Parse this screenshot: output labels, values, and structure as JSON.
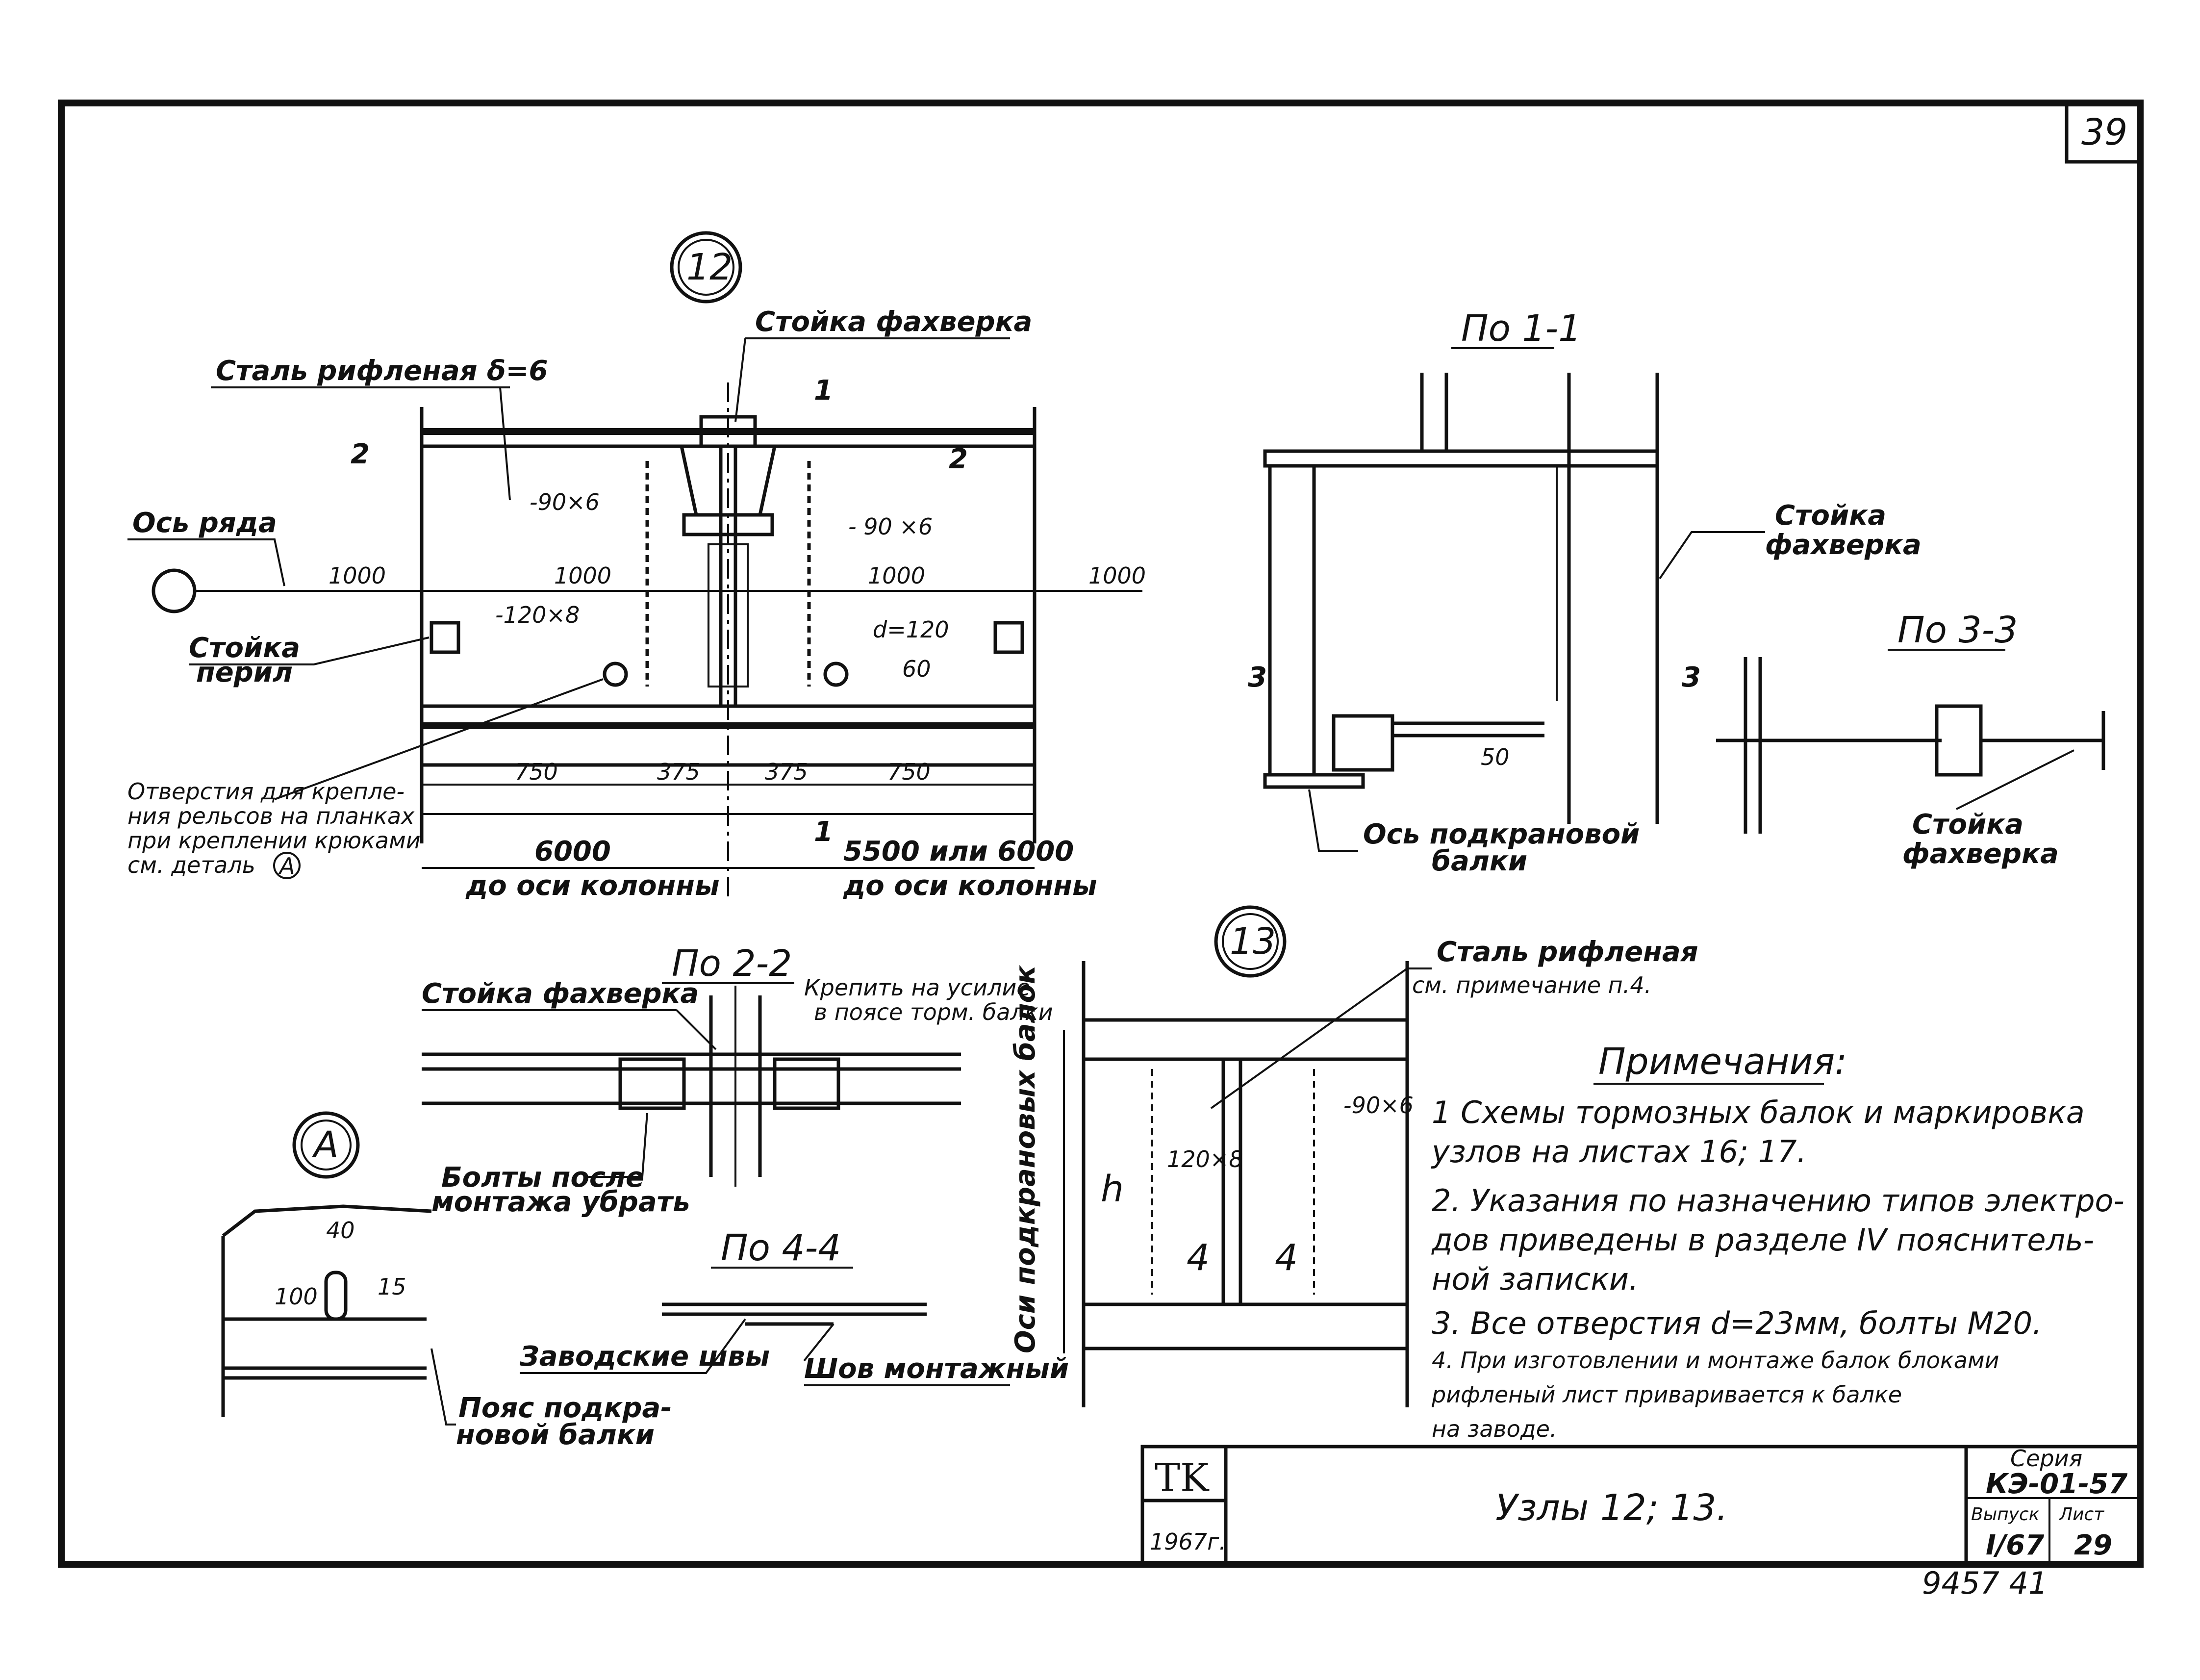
{
  "sheet_number": "39",
  "stamp": {
    "code": "9457 41"
  },
  "node12": {
    "marker": "12",
    "post_label": "Стойка фахверка",
    "steel_label": "Сталь рифленая δ=6",
    "axis_label": "Ось ряда",
    "railing_label_1": "Стойка",
    "railing_label_2": "перил",
    "plate1": "-90×6",
    "plate2": "- 90 ×6",
    "plate3": "-120×8",
    "hole": "d=120",
    "dim60": "60",
    "dims_top": [
      "1000",
      "1000",
      "1000",
      "1000"
    ],
    "dims_bottom": [
      "750",
      "375",
      "375",
      "750"
    ],
    "dim_left": "6000",
    "dim_left_note": "до оси колонны",
    "dim_right": "5500 или 6000",
    "dim_right_note": "до оси колонны",
    "holes_note": [
      "Отверстия для крепле-",
      "ния рельсов на планках",
      "при креплении крюками",
      "см. деталь"
    ],
    "detail_ref": "A",
    "sec1": "1",
    "sec2": "2"
  },
  "view11": {
    "title": "По 1-1",
    "post_label_1": "Стойка",
    "post_label_2": "фахверка",
    "beam_axis_1": "Ось подкрановой",
    "beam_axis_2": "балки",
    "dim50": "50",
    "sec3": "3"
  },
  "view33": {
    "title": "По 3-3",
    "post_label_1": "Стойка",
    "post_label_2": "фахверка"
  },
  "view22": {
    "title": "По 2-2",
    "post_label": "Стойка фахверка",
    "fix_note_1": "Крепить на усилие",
    "fix_note_2": "в поясе торм. балки",
    "bolts_note_1": "Болты после",
    "bolts_note_2": "монтажа убрать"
  },
  "view44": {
    "title": "По 4-4",
    "factory_welds": "Заводские швы",
    "site_weld": "Шов монтажный"
  },
  "detailA": {
    "marker": "A",
    "dim40": "40",
    "dim100": "100",
    "dim15": "15",
    "belt_note_1": "Пояс подкра-",
    "belt_note_2": "новой балки"
  },
  "node13": {
    "marker": "13",
    "steel_label_1": "Сталь рифленая",
    "steel_label_2": "см. примечание п.4.",
    "axes_label": "Оси подкрановых балок",
    "h": "h",
    "plate1": "120×8",
    "plate2": "-90×6",
    "sec": "4"
  },
  "notes": {
    "heading": "Примечания:",
    "items": [
      "1  Схемы тормозных балок и маркировка",
      "    узлов на листах 16; 17.",
      "2.  Указания по назначению типов электро-",
      "    дов приведены в разделе IV пояснитель-",
      "    ной записки.",
      "3.  Все отверстия d=23мм, болты M20.",
      "4.  При изготовлении и монтаже балок блоками",
      "    рифленый лист приваривается к балке",
      "    на заводе."
    ]
  },
  "title_block": {
    "org": "TK",
    "year": "1967г.",
    "title": "Узлы 12; 13.",
    "series_label": "Серия",
    "series": "КЭ-01-57",
    "issue_label": "Выпуск",
    "issue": "I/67",
    "sheet_label": "Лист",
    "sheet": "29"
  }
}
